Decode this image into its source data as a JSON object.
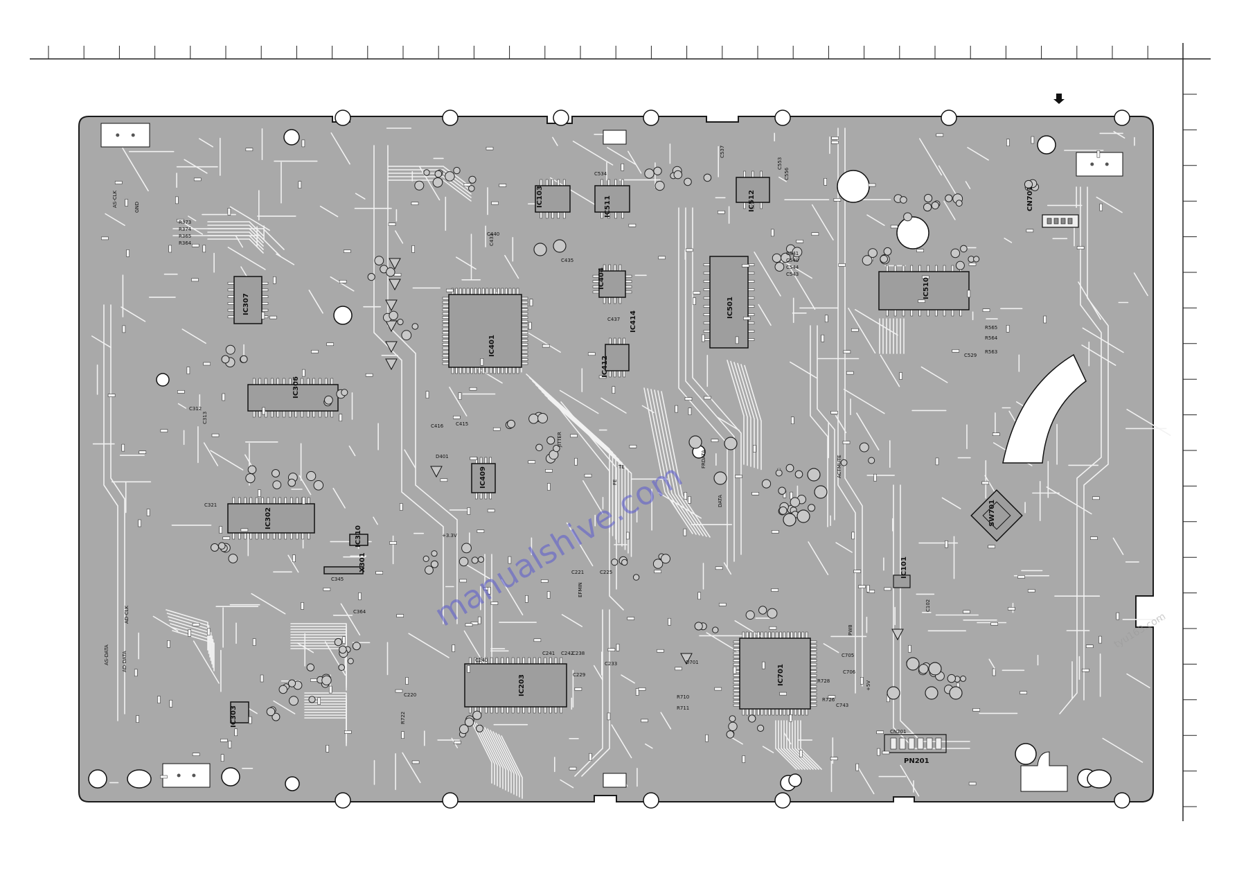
{
  "board": {
    "ic_labels": [
      "IC103",
      "IC511",
      "IC512",
      "CN701",
      "IC510",
      "IC501",
      "IC404",
      "IC414",
      "IC412",
      "IC401",
      "IC307",
      "IC306",
      "IC409",
      "IC302",
      "IC310",
      "IC101",
      "IC701",
      "IC203",
      "IC303",
      "PN201",
      "SW701",
      "X301"
    ],
    "part_labels": [
      "R373",
      "R374",
      "R365",
      "R364",
      "C534",
      "C537",
      "C553",
      "C556",
      "C541",
      "C540",
      "C544",
      "C543",
      "R565",
      "R564",
      "R563",
      "C529",
      "C415",
      "C416",
      "C440",
      "C433",
      "C435",
      "C437",
      "C221",
      "C225",
      "C233",
      "C238",
      "C229",
      "C240",
      "C241",
      "C242",
      "C220",
      "C705",
      "C706",
      "C743",
      "C102",
      "C312",
      "C313",
      "C321",
      "C345",
      "C364",
      "R722",
      "R710",
      "R711",
      "R726",
      "R728",
      "D701",
      "D401",
      "CN201"
    ],
    "signal_labels": [
      "AS-CLK",
      "GND",
      "+3.3V",
      "+5V",
      "ACTMUTE",
      "EFMIN",
      "JITTER",
      "FE",
      "TE",
      "DATA",
      "PW8",
      "FRDATA",
      "AD-CLK",
      "AD-DATA",
      "AS-DATA"
    ],
    "watermark": "manualshive.com",
    "corner_watermark": "tyu163.com",
    "colors": {
      "board": "#a9a9a9",
      "trace": "#f2f2f2",
      "ink": "#111111",
      "watermark": "#5a5ad0"
    }
  }
}
